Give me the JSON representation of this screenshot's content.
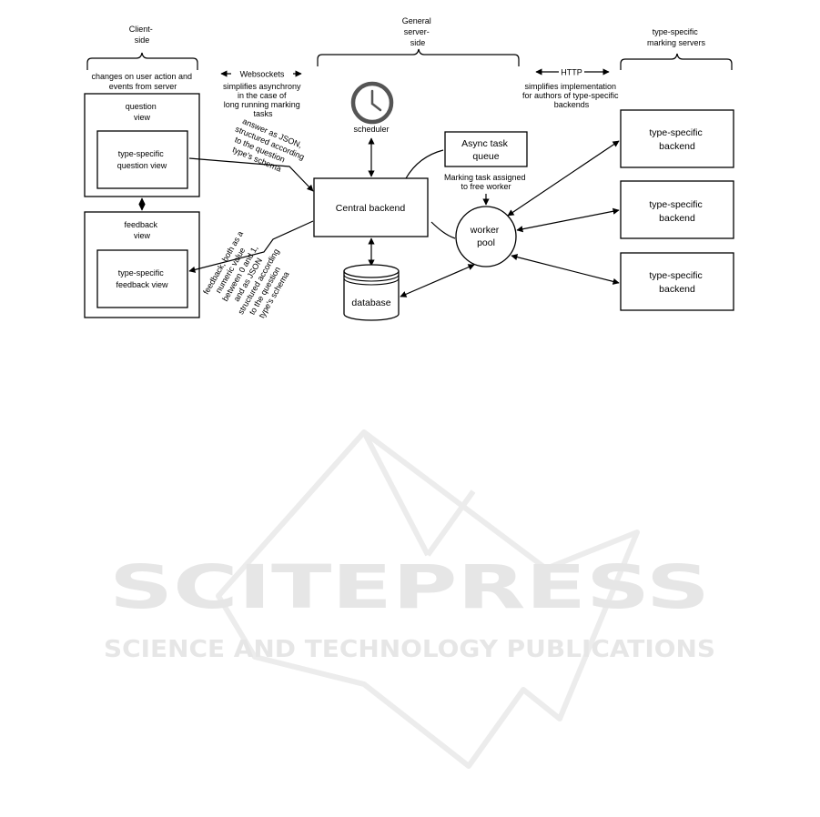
{
  "labels": {
    "client_side": [
      "Client-",
      "side"
    ],
    "client_note": [
      "changes on user action and",
      "events from server"
    ],
    "general_server": [
      "General",
      "server-",
      "side"
    ],
    "marking_servers": [
      "type-specific",
      "marking servers"
    ],
    "websockets": "Websockets",
    "websockets_note": [
      "simplifies asynchrony",
      "in the case of",
      "long running marking",
      "tasks"
    ],
    "http": "HTTP",
    "http_note": [
      "simplifies implementation",
      "for authors of type-specific",
      "backends"
    ],
    "question_view": [
      "question",
      "view"
    ],
    "type_specific_question_view": [
      "type-specific",
      "question view"
    ],
    "feedback_view": [
      "feedback",
      "view"
    ],
    "type_specific_feedback_view": [
      "type-specific",
      "feedback view"
    ],
    "answer_note": [
      "answer as JSON,",
      "structured according",
      "to the question",
      "type's schema"
    ],
    "feedback_note": [
      "feedback, both as a",
      "numeric value",
      "between 0 and 1,",
      "and as JSON",
      "structured according",
      "to the question",
      "type's schema"
    ],
    "scheduler": "scheduler",
    "central_backend": "Central backend",
    "async_queue": [
      "Async task",
      "queue"
    ],
    "marking_assigned": [
      "Marking task assigned",
      "to free worker"
    ],
    "worker_pool": [
      "worker",
      "pool"
    ],
    "database": "database",
    "backend_1": [
      "type-specific",
      "backend"
    ],
    "backend_2": [
      "type-specific",
      "backend"
    ],
    "backend_3": [
      "type-specific",
      "backend"
    ]
  },
  "watermark": {
    "title": "SCITEPRESS",
    "subtitle": "SCIENCE AND TECHNOLOGY PUBLICATIONS"
  }
}
